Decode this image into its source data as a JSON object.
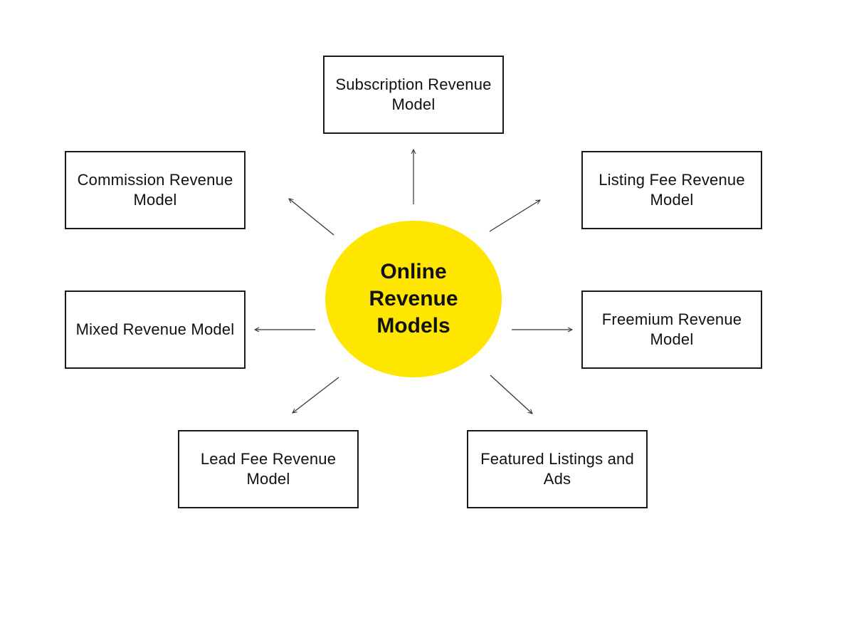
{
  "colors": {
    "center_fill": "#ffe600",
    "border": "#1a1a1a",
    "arrow": "#333333"
  },
  "center": {
    "label": "Online Revenue Models"
  },
  "nodes": {
    "subscription": "Subscription Revenue Model",
    "commission": "Commission Revenue Model",
    "listing_fee": "Listing Fee Revenue Model",
    "mixed": "Mixed Revenue Model",
    "freemium": "Freemium Revenue Model",
    "lead_fee": "Lead Fee Revenue Model",
    "featured": "Featured Listings and Ads"
  }
}
